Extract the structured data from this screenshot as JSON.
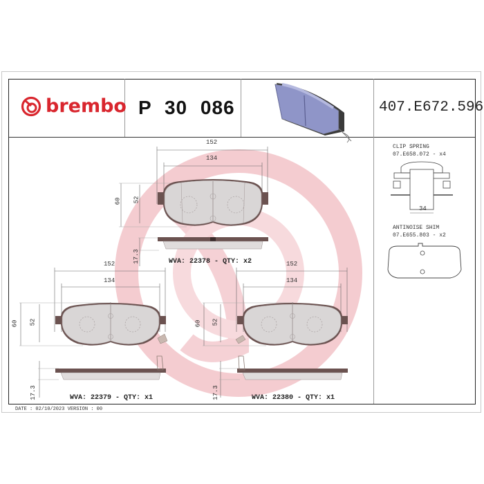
{
  "header": {
    "brand": "brembo",
    "part_number": "P 30 086",
    "reference_code": "407.E672.596"
  },
  "colors": {
    "brand_red": "#d9262e",
    "frame": "#222222",
    "pad_fill": "#d9d6d6",
    "backing_plate": "#6b5250",
    "watermark": "#f2c9cc",
    "pad_3d": "#8f95c8"
  },
  "drawings": [
    {
      "id": "pad-top",
      "dimensions": {
        "overall_width": "152",
        "friction_width": "134",
        "overall_height": "60",
        "friction_height": "52",
        "thickness": "17.3"
      },
      "wva_label": "WVA: 22378 - QTY: x2"
    },
    {
      "id": "pad-bottom-left",
      "dimensions": {
        "overall_width": "152",
        "friction_width": "134",
        "overall_height": "60",
        "friction_height": "52",
        "thickness": "17.3"
      },
      "wva_label": "WVA: 22379 - QTY: x1"
    },
    {
      "id": "pad-bottom-right",
      "dimensions": {
        "overall_width": "152",
        "friction_width": "134",
        "overall_height": "60",
        "friction_height": "52",
        "thickness": "17.3"
      },
      "wva_label": "WVA: 22380 - QTY: x1"
    }
  ],
  "accessories": [
    {
      "name": "CLIP SPRING",
      "code": "07.E658.072 - x4",
      "dimension": "34"
    },
    {
      "name": "ANTINOISE SHIM",
      "code": "07.E655.803 - x2"
    }
  ],
  "footer": {
    "date_version": "DATE : 02/10/2023 VERSION : 00"
  }
}
